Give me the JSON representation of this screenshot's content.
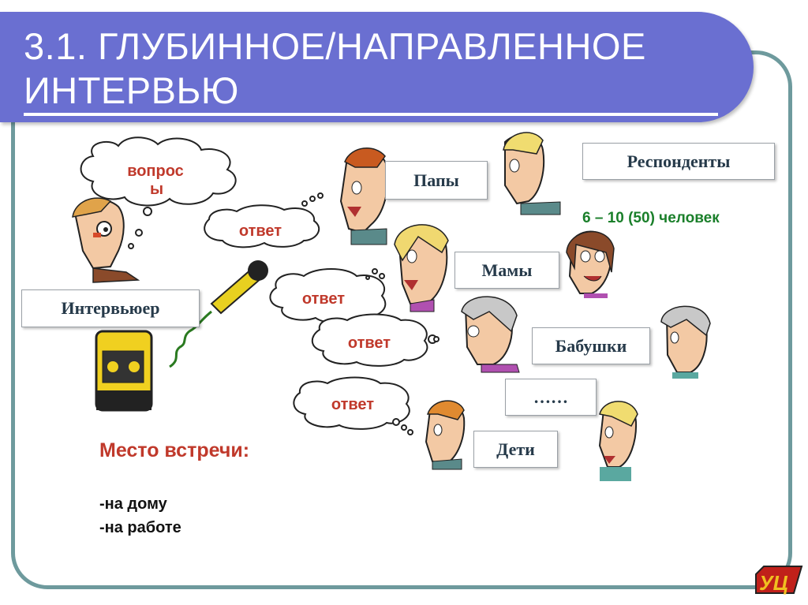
{
  "slide": {
    "title_line1": "3.1. ГЛУБИННОЕ/НАПРАВЛЕННОЕ",
    "title_line2": "ИНТЕРВЬЮ"
  },
  "clouds": {
    "question_line1": "вопрос",
    "question_line2": "ы",
    "answer_1": "ответ",
    "answer_2": "ответ",
    "answer_3": "ответ",
    "answer_4": "ответ"
  },
  "labels": {
    "interviewer": "Интервьюер",
    "dads": "Папы",
    "moms": "Мамы",
    "grandmas": "Бабушки",
    "ellipsis": "……",
    "kids": "Дети",
    "respondents": "Респонденты"
  },
  "respondent_count": "6 – 10 (50) человек",
  "venue": {
    "title": "Место встречи:",
    "items": [
      "-на дому",
      "-на работе"
    ]
  },
  "logo_text": "УЦ",
  "colors": {
    "title_bar": "#6a6fd1",
    "frame": "#6e9a9d",
    "accent_red": "#c0392b",
    "accent_green": "#1a7f2a",
    "label_text": "#263a4a"
  },
  "icons": [
    "interviewer-figure",
    "tape-recorder-icon",
    "microphone-icon",
    "dad-figure",
    "mom-figure",
    "grandma-figure",
    "kid-figure",
    "logo-icon"
  ]
}
